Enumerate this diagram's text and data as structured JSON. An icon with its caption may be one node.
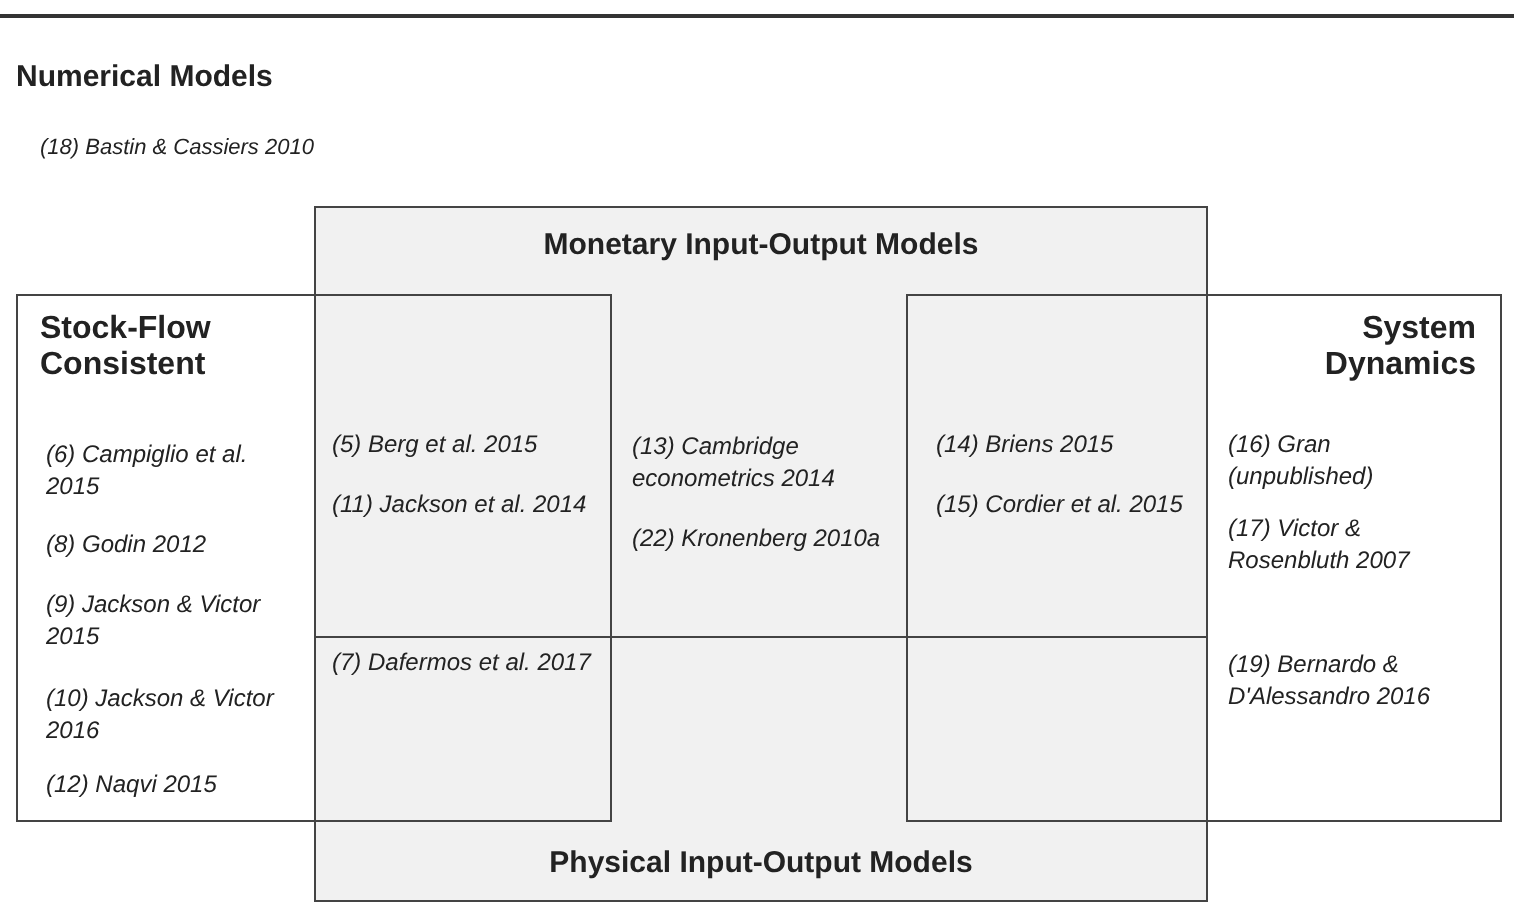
{
  "diagram": {
    "title": "Numerical Models",
    "nodes": [
      {
        "text": [
          "Monetary Input-Output Models",
          "(13) Cambridge econometrics 2014",
          "(22) Kronenberg 2010a"
        ]
      },
      {
        "text": [
          "Physical Input-Output Models"
        ]
      },
      {
        "text": [
          "Stock-Flow Consistent",
          "(6) Campiglio et al. 2015",
          "(8) Godin 2012",
          "(9) Jackson & Victor 2015",
          "(10) Jackson & Victor 2016",
          "(12) Naqvi 2015"
        ]
      },
      {
        "text": [
          "System Dynamics",
          "(16) Gran (unpublished)",
          "(17) Victor & Rosenbluth 2007",
          "(19) Bernardo & D'Alessandro 2016"
        ]
      }
    ],
    "labels": [
      "(18) Bastin & Cassiers 2010",
      "(5) Berg et al. 2015",
      "(11) Jackson et al. 2014",
      "(14) Briens 2015",
      "(15) Cordier et al. 2015",
      "(7) Dafermos et al. 2017"
    ]
  }
}
